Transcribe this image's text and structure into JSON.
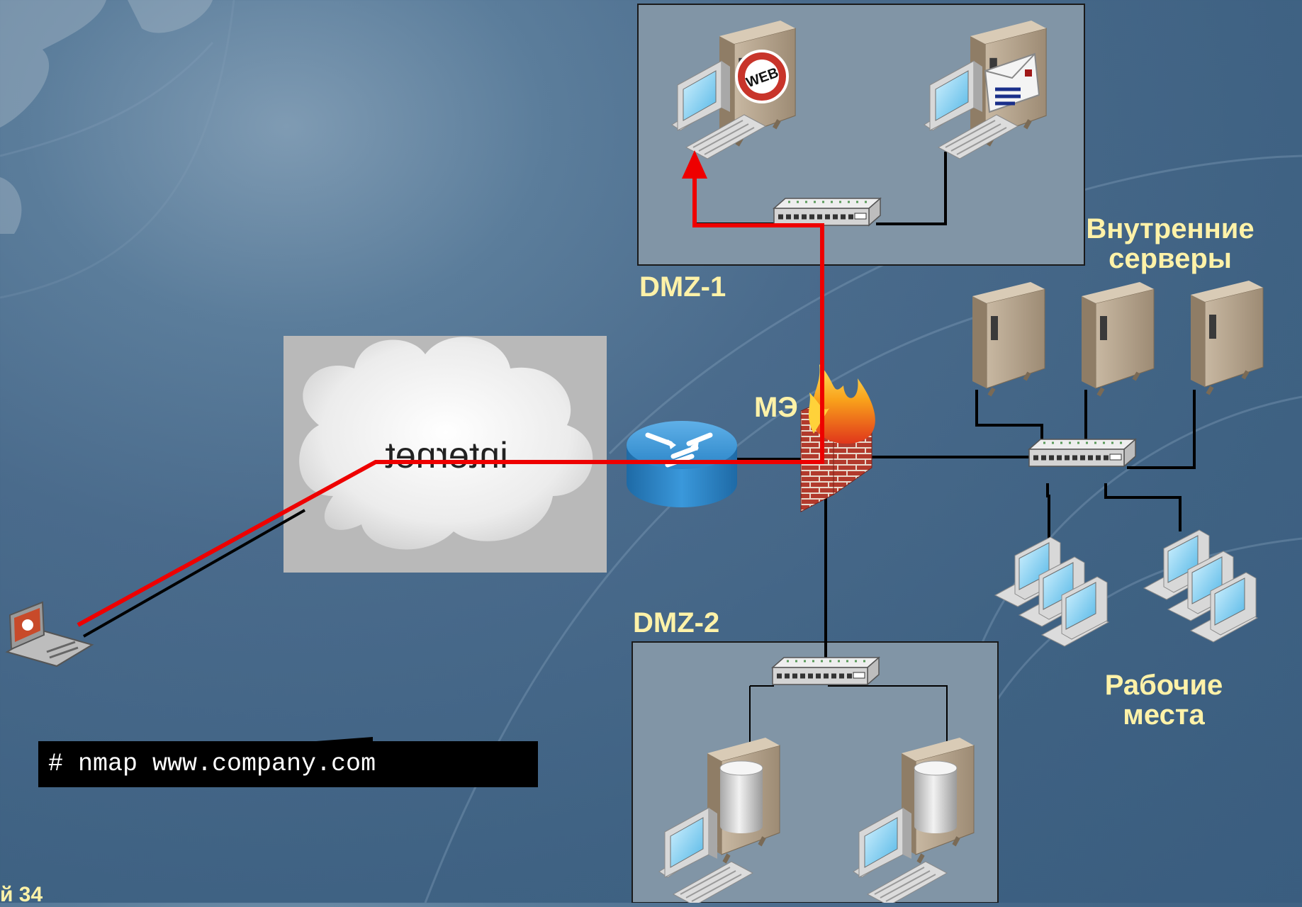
{
  "labels": {
    "internet": "internet",
    "dmz1": "DMZ-1",
    "dmz2": "DMZ-2",
    "firewall": "МЭ",
    "internal_servers_1": "Внутренние",
    "internal_servers_2": "серверы",
    "workstations_1": "Рабочие",
    "workstations_2": "места",
    "web_badge": "WEB",
    "slide_corner": "й 34"
  },
  "terminal": {
    "prompt": "#",
    "command": "nmap www.company.com"
  },
  "colors": {
    "attack_path": "#ee0000",
    "link": "#000000",
    "label": "#fff2a8",
    "zone_fill": "#8195a6"
  }
}
